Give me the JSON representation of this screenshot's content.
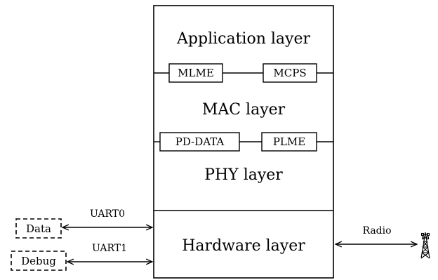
{
  "layers": {
    "application": "Application layer",
    "mac": "MAC layer",
    "phy": "PHY layer",
    "hardware": "Hardware layer"
  },
  "sap_boxes": {
    "mlme": "MLME",
    "mcps": "MCPS",
    "pd_data": "PD-DATA",
    "plme": "PLME"
  },
  "external": {
    "data": "Data",
    "debug": "Debug"
  },
  "links": {
    "uart0": "UART0",
    "uart1": "UART1",
    "radio": "Radio"
  },
  "icons": {
    "antenna": "radio-tower-icon"
  }
}
